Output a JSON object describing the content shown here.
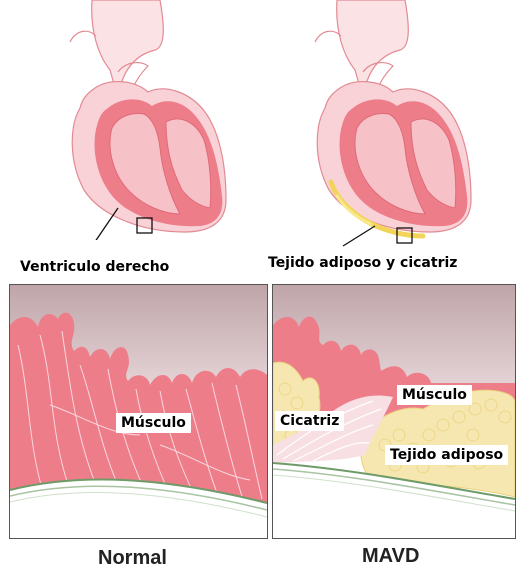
{
  "labels": {
    "right_ventricle": "Ventriculo derecho",
    "fat_scar": "Tejido adiposo y cicatriz",
    "muscle_normal": "Músculo",
    "muscle_mavd": "Músculo",
    "scar": "Cicatriz",
    "fat": "Tejido adiposo"
  },
  "captions": {
    "normal": "Normal",
    "mavd": "MAVD"
  },
  "colors": {
    "myocardium": "#ee7d8a",
    "heart_fill": "#f7cbd2",
    "fat": "#f6e7b0",
    "fat_outline": "#f2d45a",
    "epicardium_line": "#6f9b68"
  }
}
